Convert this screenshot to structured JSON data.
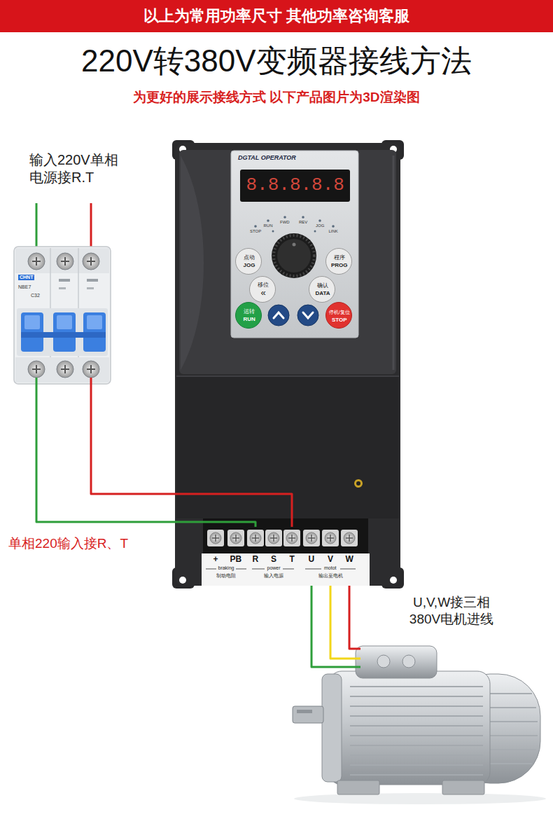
{
  "diagram": {
    "title": "220V转380V变频器接线方法",
    "nodes": [
      {
        "text": [
          "CHNT",
          "NBE7",
          "C32"
        ]
      },
      {
        "text": [
          "DGTAL OPERATOR"
        ]
      },
      {
        "text": [
          "8.8.8.8.8"
        ],
        "in": 1
      },
      {
        "text": [
          "点动",
          "JOG"
        ],
        "in": 1
      },
      {
        "text": [
          "程序",
          "PROG"
        ],
        "in": 1
      },
      {
        "text": [
          "移位",
          "«"
        ],
        "in": 1
      },
      {
        "text": [
          "确认",
          "DATA"
        ],
        "in": 1
      },
      {
        "text": [
          "运转",
          "RUN"
        ],
        "in": 1
      },
      {
        "text": [
          "停机/复位",
          "STOP"
        ],
        "in": 1
      },
      {
        "text": [
          "braking",
          "制动电阻",
          "power",
          "输入电源",
          "motot",
          "输出至电机"
        ],
        "in": 1
      },
      {
        "text": [
          "+"
        ],
        "in": 9
      },
      {
        "text": [
          "PB"
        ],
        "in": 9
      },
      {
        "text": [
          "R"
        ],
        "in": 9
      },
      {
        "text": [
          "S"
        ],
        "in": 9
      },
      {
        "text": [
          "T"
        ],
        "in": 9
      },
      {
        "text": [
          "U"
        ],
        "in": 9
      },
      {
        "text": [
          "V"
        ],
        "in": 9
      },
      {
        "text": [
          "W"
        ],
        "in": 9
      },
      {
        "text": [
          "U,V,W接三相 380V电机进线"
        ]
      }
    ],
    "edges": [
      {
        "from": 0,
        "to": 12,
        "arrow": "none"
      },
      {
        "from": 0,
        "to": 14,
        "arrow": "none"
      },
      {
        "from": 15,
        "to": 18,
        "arrow": "none"
      },
      {
        "from": 16,
        "to": 18,
        "arrow": "none"
      },
      {
        "from": 17,
        "to": 18,
        "arrow": "none"
      }
    ],
    "labels": [
      "以上为常用功率尺寸 其他功率咨询客服",
      "为更好的展示接线方式 以下产品图片为3D渲染图",
      "输入220V单相 电源接R.T",
      "STOP",
      "RUN",
      "FWD",
      "REV",
      "JOG",
      "LINK",
      "单相220输入接R、T"
    ]
  }
}
